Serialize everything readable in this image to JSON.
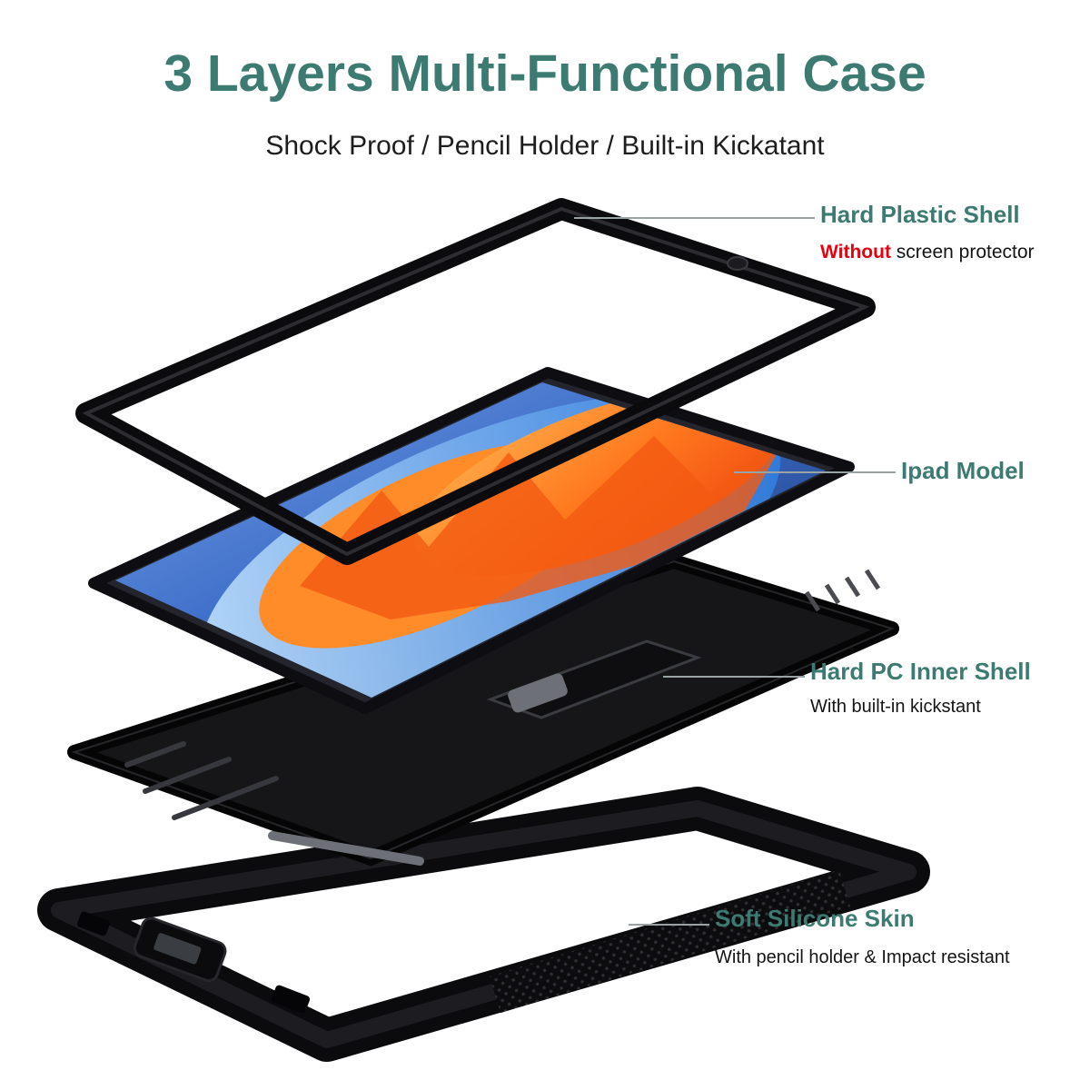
{
  "header": {
    "title": "3 Layers Multi-Functional Case",
    "subtitle": "Shock Proof / Pencil Holder / Built-in Kickatant"
  },
  "callouts": [
    {
      "title": "Hard Plastic Shell",
      "sub_highlight": "Without",
      "sub_rest": " screen protector"
    },
    {
      "title": "Ipad Model"
    },
    {
      "title": "Hard PC Inner Shell",
      "sub": "With built-in kickstant"
    },
    {
      "title": "Soft Silicone Skin",
      "sub": "With pencil holder & Impact resistant"
    }
  ],
  "illustration": {
    "layers": [
      "hard-plastic-shell-frame",
      "ipad-tablet",
      "hard-pc-inner-shell",
      "soft-silicone-skin"
    ]
  },
  "colors": {
    "accent_teal": "#3d7b72",
    "highlight_red": "#e8000d",
    "body_text": "#141414",
    "leader_line": "#9aa3a3"
  }
}
